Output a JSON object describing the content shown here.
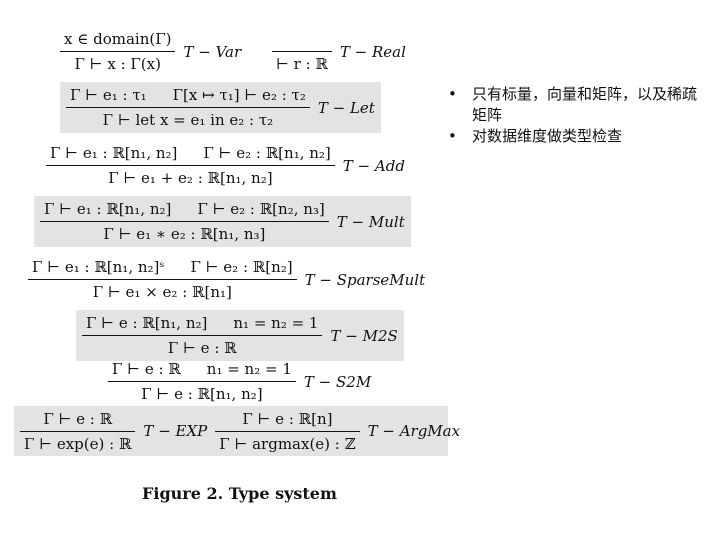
{
  "rules": [
    {
      "premises": [
        "x ∈ domain(Γ)"
      ],
      "conclusion": "Γ ⊢ x : Γ(x)",
      "name": "T − Var"
    },
    {
      "premises": [
        ""
      ],
      "conclusion": "⊢ r : ℝ",
      "name": "T − Real"
    },
    {
      "premises": [
        "Γ ⊢ e₁ : τ₁",
        "Γ[x ↦ τ₁] ⊢ e₂ : τ₂"
      ],
      "conclusion": "Γ ⊢ let x = e₁ in e₂ : τ₂",
      "name": "T − Let"
    },
    {
      "premises": [
        "Γ ⊢ e₁ : ℝ[n₁, n₂]",
        "Γ ⊢ e₂ : ℝ[n₁, n₂]"
      ],
      "conclusion": "Γ ⊢ e₁ + e₂ : ℝ[n₁, n₂]",
      "name": "T − Add"
    },
    {
      "premises": [
        "Γ ⊢ e₁ : ℝ[n₁, n₂]",
        "Γ ⊢ e₂ : ℝ[n₂, n₃]"
      ],
      "conclusion": "Γ ⊢ e₁ ∗ e₂ : ℝ[n₁, n₃]",
      "name": "T − Mult"
    },
    {
      "premises": [
        "Γ ⊢ e₁ : ℝ[n₁, n₂]ˢ",
        "Γ ⊢ e₂ : ℝ[n₂]"
      ],
      "conclusion": "Γ ⊢ e₁ × e₂ : ℝ[n₁]",
      "name": "T − SparseMult"
    },
    {
      "premises": [
        "Γ ⊢ e : ℝ[n₁, n₂]",
        "n₁ = n₂ = 1"
      ],
      "conclusion": "Γ ⊢ e : ℝ",
      "name": "T − M2S"
    },
    {
      "premises": [
        "Γ ⊢ e : ℝ",
        "n₁ = n₂ = 1"
      ],
      "conclusion": "Γ ⊢ e : ℝ[n₁, n₂]",
      "name": "T − S2M"
    },
    {
      "premises": [
        "Γ ⊢ e : ℝ"
      ],
      "conclusion": "Γ ⊢ exp(e) : ℝ",
      "name": "T − EXP"
    },
    {
      "premises": [
        "Γ ⊢ e : ℝ[n]"
      ],
      "conclusion": "Γ ⊢ argmax(e) : ℤ",
      "name": "T − ArgMax"
    }
  ],
  "caption": "Figure 2. Type system",
  "bullets": [
    {
      "marker": "•",
      "text": "只有标量，向量和矩阵，以及稀疏矩阵"
    },
    {
      "marker": "•",
      "text": "对数据维度做类型检查"
    }
  ]
}
